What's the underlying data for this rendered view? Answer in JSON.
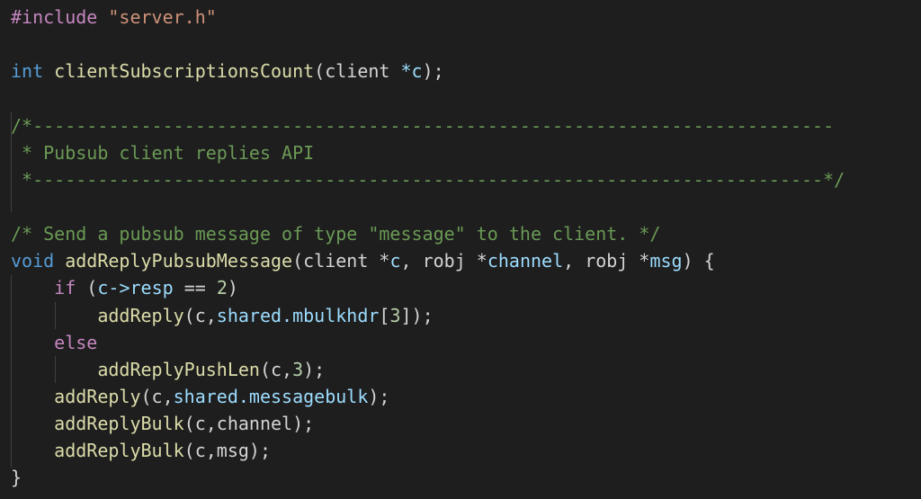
{
  "editor": {
    "colors": {
      "background": "#1e1e1e",
      "keyword": "#569cd6",
      "control": "#c586c0",
      "function": "#dcdcaa",
      "variable": "#9cdcfe",
      "string": "#ce9178",
      "number": "#b5cea8",
      "comment": "#6a9955",
      "plain": "#d4d4d4"
    },
    "lines": [
      [
        {
          "text": "#include ",
          "t": "macro"
        },
        {
          "text": "\"server.h\"",
          "t": "str"
        }
      ],
      [],
      [
        {
          "text": "int ",
          "t": "kw"
        },
        {
          "text": "clientSubscriptionsCount",
          "t": "fn"
        },
        {
          "text": "(client ",
          "t": "plain"
        },
        {
          "text": "*c",
          "t": "var"
        },
        {
          "text": ");",
          "t": "plain"
        }
      ],
      [],
      [
        {
          "text": "/*--------------------------------------------------------------------------",
          "t": "comment"
        }
      ],
      [
        {
          "text": " * Pubsub client replies API",
          "t": "comment"
        }
      ],
      [
        {
          "text": " *-------------------------------------------------------------------------*/",
          "t": "comment"
        }
      ],
      [],
      [
        {
          "text": "/* Send a pubsub message of type \"message\" to the client. */",
          "t": "comment"
        }
      ],
      [
        {
          "text": "void ",
          "t": "kw"
        },
        {
          "text": "addReplyPubsubMessage",
          "t": "fn"
        },
        {
          "text": "(client *",
          "t": "plain"
        },
        {
          "text": "c",
          "t": "var"
        },
        {
          "text": ", robj *",
          "t": "plain"
        },
        {
          "text": "channel",
          "t": "var"
        },
        {
          "text": ", robj *",
          "t": "plain"
        },
        {
          "text": "msg",
          "t": "var"
        },
        {
          "text": ") {",
          "t": "plain"
        }
      ],
      [
        {
          "text": "    ",
          "t": "plain"
        },
        {
          "text": "if",
          "t": "ctrl"
        },
        {
          "text": " (",
          "t": "plain"
        },
        {
          "text": "c->resp",
          "t": "var"
        },
        {
          "text": " == ",
          "t": "plain"
        },
        {
          "text": "2",
          "t": "num"
        },
        {
          "text": ")",
          "t": "plain"
        }
      ],
      [
        {
          "text": "        ",
          "t": "plain"
        },
        {
          "text": "addReply",
          "t": "fn"
        },
        {
          "text": "(c,",
          "t": "plain"
        },
        {
          "text": "shared.mbulkhdr",
          "t": "var"
        },
        {
          "text": "[",
          "t": "plain"
        },
        {
          "text": "3",
          "t": "num"
        },
        {
          "text": "]);",
          "t": "plain"
        }
      ],
      [
        {
          "text": "    ",
          "t": "plain"
        },
        {
          "text": "else",
          "t": "ctrl"
        }
      ],
      [
        {
          "text": "        ",
          "t": "plain"
        },
        {
          "text": "addReplyPushLen",
          "t": "fn"
        },
        {
          "text": "(c,",
          "t": "plain"
        },
        {
          "text": "3",
          "t": "num"
        },
        {
          "text": ");",
          "t": "plain"
        }
      ],
      [
        {
          "text": "    ",
          "t": "plain"
        },
        {
          "text": "addReply",
          "t": "fn"
        },
        {
          "text": "(c,",
          "t": "plain"
        },
        {
          "text": "shared.messagebulk",
          "t": "var"
        },
        {
          "text": ");",
          "t": "plain"
        }
      ],
      [
        {
          "text": "    ",
          "t": "plain"
        },
        {
          "text": "addReplyBulk",
          "t": "fn"
        },
        {
          "text": "(c,channel);",
          "t": "plain"
        }
      ],
      [
        {
          "text": "    ",
          "t": "plain"
        },
        {
          "text": "addReplyBulk",
          "t": "fn"
        },
        {
          "text": "(c,msg);",
          "t": "plain"
        }
      ],
      [
        {
          "text": "}",
          "t": "plain"
        }
      ]
    ]
  }
}
